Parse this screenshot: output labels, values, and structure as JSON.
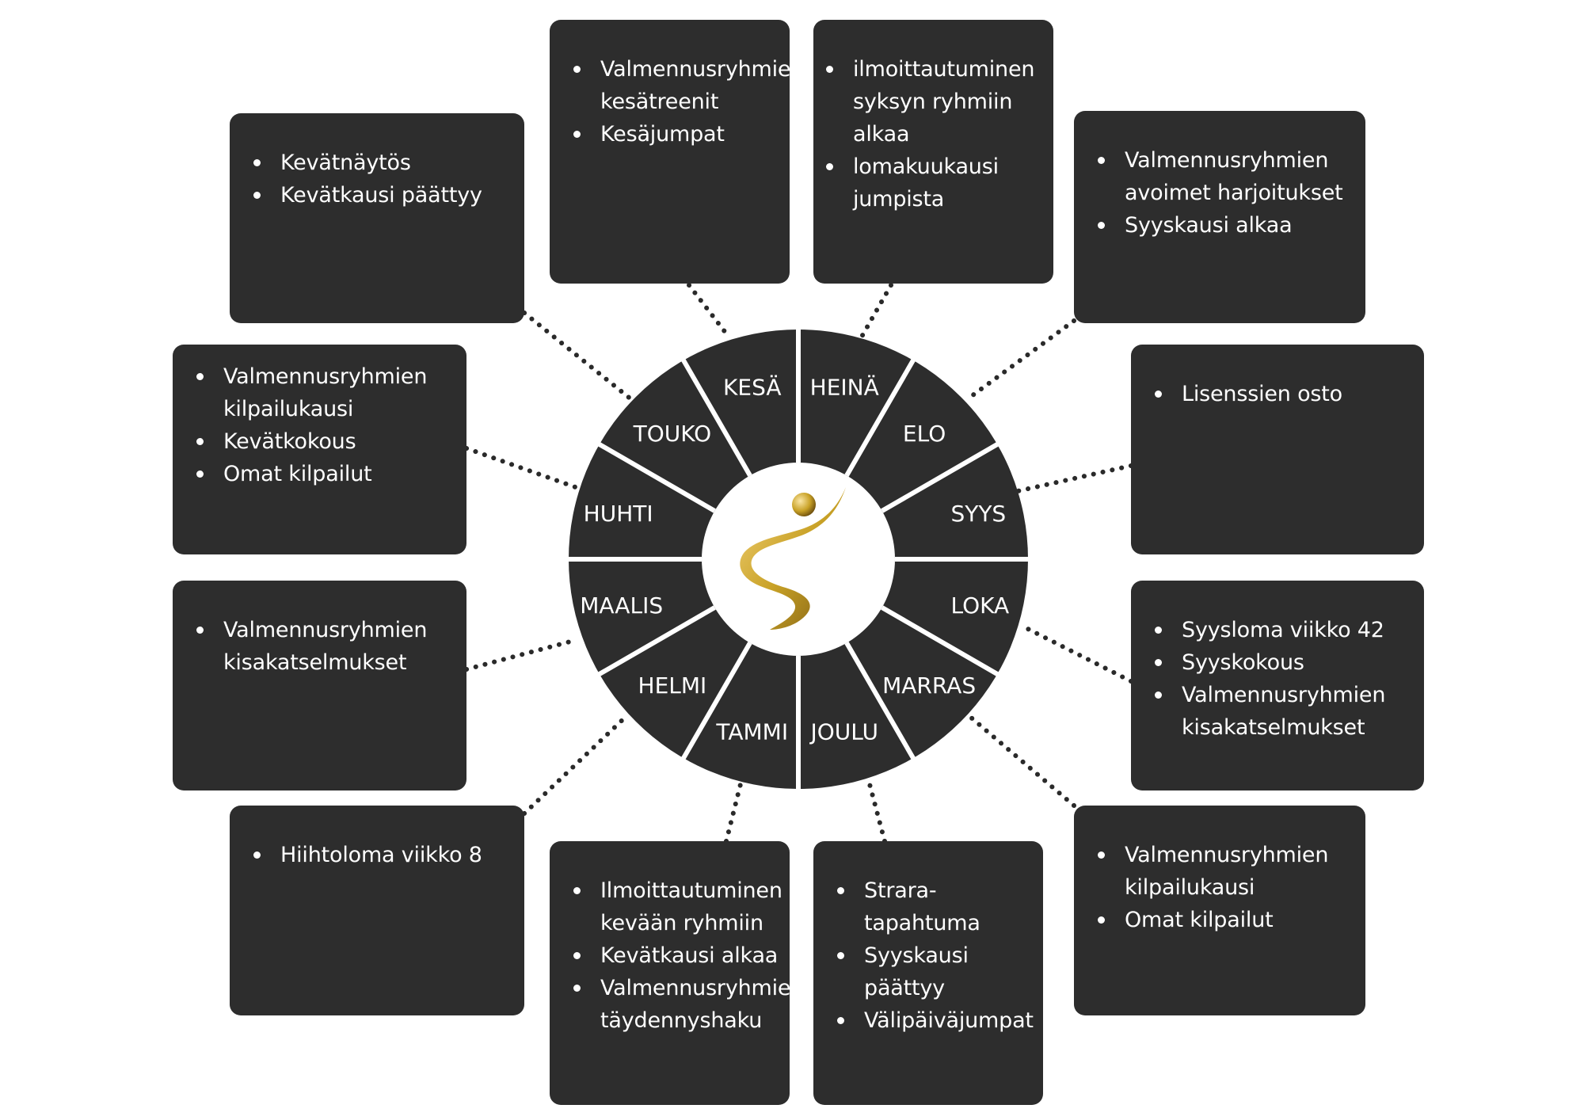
{
  "colors": {
    "box": "#2d2d2d",
    "wheel": "#2d2d2d",
    "divider": "#ffffff",
    "dots": "#2a2a2a",
    "logo": "#c9a227"
  },
  "logo": {
    "icon": "gymnast-ribbon-logo-icon"
  },
  "months": [
    "HEINÄ",
    "ELO",
    "SYYS",
    "LOKA",
    "MARRAS",
    "JOULU",
    "TAMMI",
    "HELMI",
    "MAALIS",
    "HUHTI",
    "TOUKO",
    "KESÄ"
  ],
  "boxes": [
    {
      "id": "kesa",
      "items": [
        "Valmennusryhmien kesätreenit",
        "Kesäjumpat"
      ]
    },
    {
      "id": "heina",
      "items": [
        "ilmoittautuminen syksyn ryhmiin alkaa",
        "lomakuukausi jumpista"
      ]
    },
    {
      "id": "touko",
      "items": [
        "Kevätnäytös",
        "Kevätkausi päättyy"
      ]
    },
    {
      "id": "elo",
      "items": [
        "Valmennusryhmien avoimet harjoitukset",
        "Syyskausi alkaa"
      ]
    },
    {
      "id": "huhti",
      "items": [
        "Valmennusryhmien kilpailukausi",
        "Kevätkokous",
        "Omat kilpailut"
      ]
    },
    {
      "id": "syys",
      "items": [
        "Lisenssien osto"
      ]
    },
    {
      "id": "maalis",
      "items": [
        "Valmennusryhmien kisakatselmukset"
      ]
    },
    {
      "id": "loka",
      "items": [
        "Syysloma viikko 42",
        "Syyskokous",
        "Valmennusryhmien kisakatselmukset"
      ]
    },
    {
      "id": "helmi",
      "items": [
        "Hiihtoloma viikko 8"
      ]
    },
    {
      "id": "marras",
      "items": [
        "Valmennusryhmien kilpailukausi",
        "Omat kilpailut"
      ]
    },
    {
      "id": "tammi",
      "items": [
        "Ilmoittautuminen kevään ryhmiin",
        "Kevätkausi alkaa",
        "Valmennusryhmien täydennyshaku"
      ]
    },
    {
      "id": "joulu",
      "items": [
        "Strara-tapahtuma",
        "Syyskausi päättyy",
        "Välipäiväjumpat"
      ]
    }
  ]
}
